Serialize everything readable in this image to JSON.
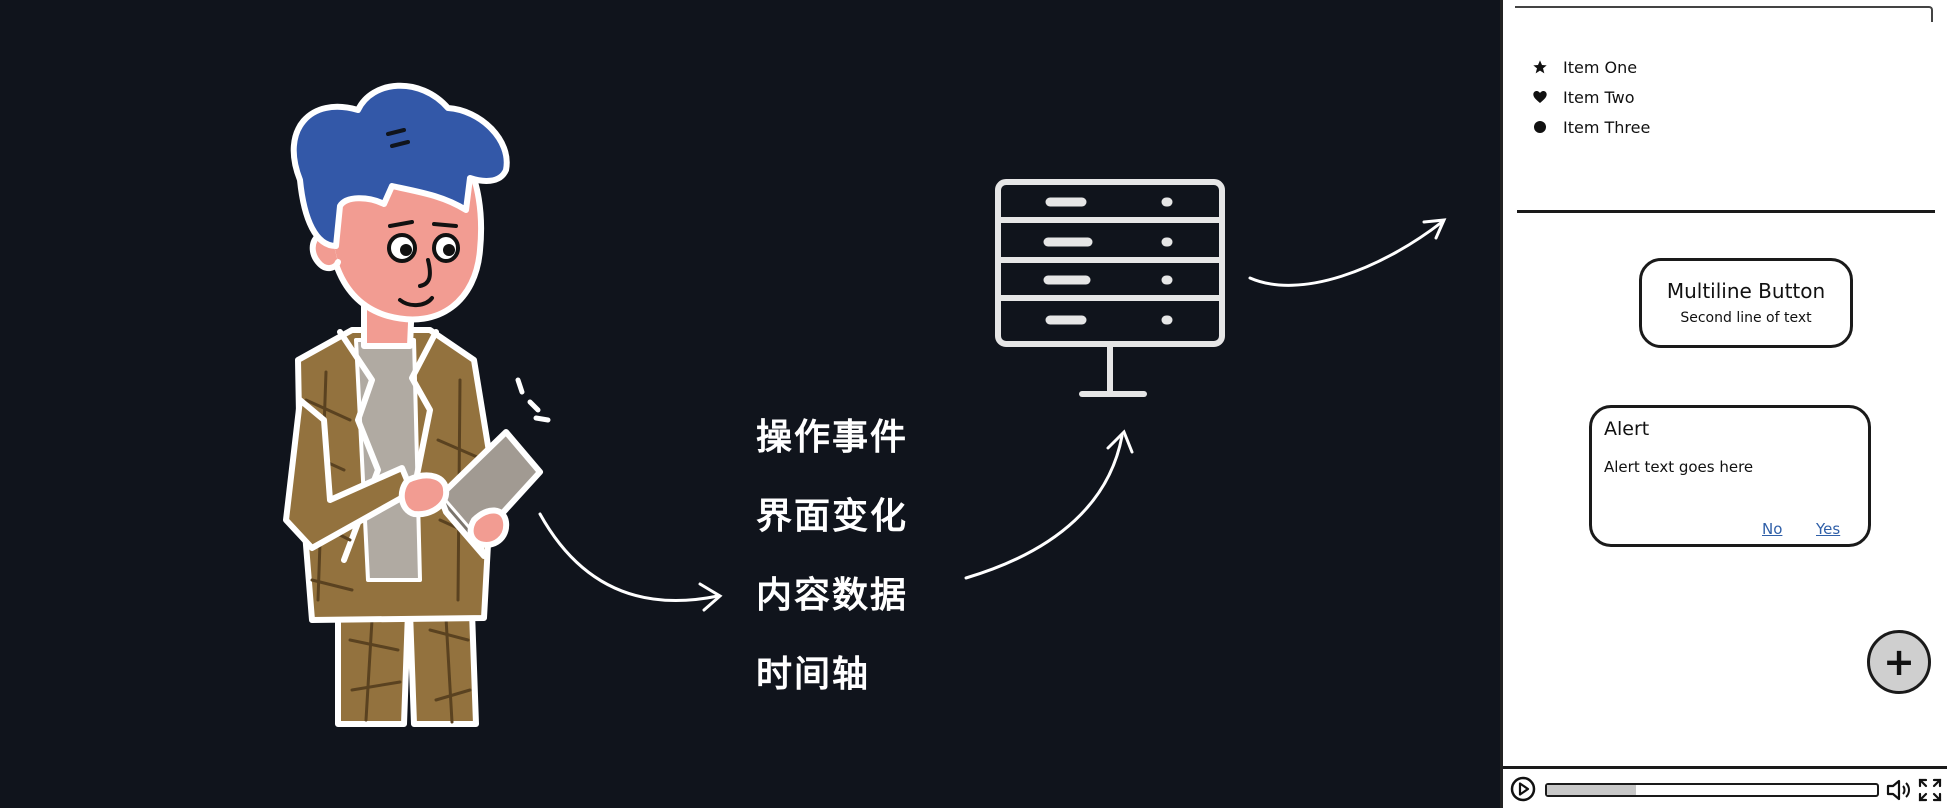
{
  "background_color": "#10141c",
  "illustration": {
    "person_icon": "person-with-tablet",
    "server_icon": "server-monitor",
    "hair_color": "#3358a8",
    "skin_color": "#f29c92",
    "suit_color": "#93723e"
  },
  "labels": [
    "操作事件",
    "界面变化",
    "内容数据",
    "时间轴"
  ],
  "mockup": {
    "list_items": [
      {
        "icon": "star-icon",
        "label": "Item One"
      },
      {
        "icon": "heart-icon",
        "label": "Item Two"
      },
      {
        "icon": "circle-icon",
        "label": "Item Three"
      }
    ],
    "multiline_button": {
      "line1": "Multiline Button",
      "line2": "Second line of text"
    },
    "alert": {
      "title": "Alert",
      "text": "Alert text goes here",
      "no_label": "No",
      "yes_label": "Yes",
      "link_color": "#2f5fa8"
    },
    "fab_label": "+",
    "player": {
      "progress": 0.27
    }
  }
}
